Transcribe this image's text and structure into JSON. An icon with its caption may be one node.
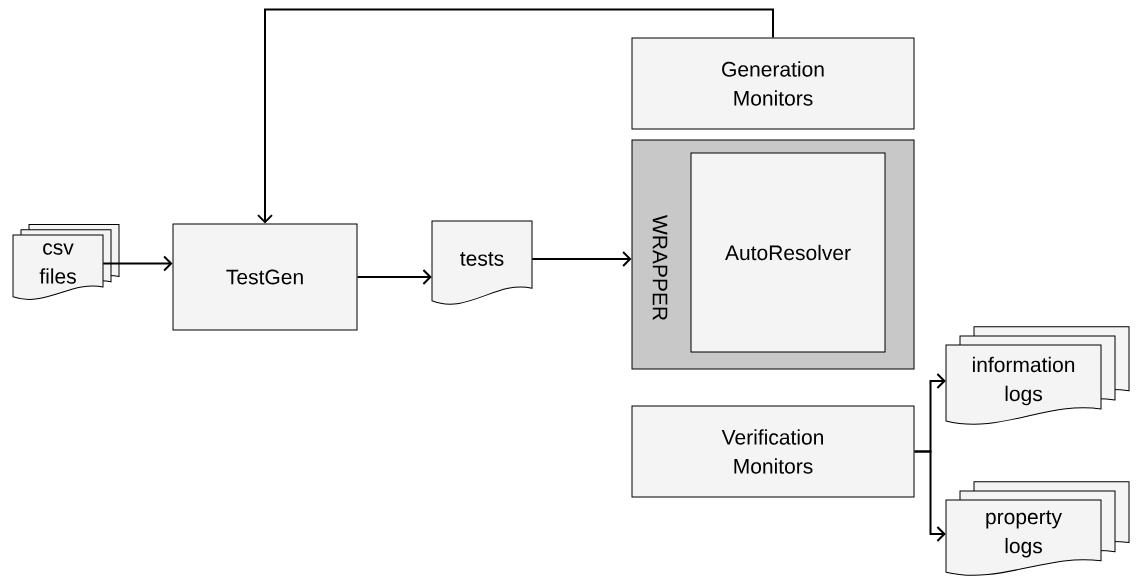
{
  "diagram": {
    "nodes": [
      {
        "text": [
          "csv files"
        ]
      },
      {
        "text": [
          "TestGen"
        ]
      },
      {
        "text": [
          "tests"
        ]
      },
      {
        "text": [
          "Generation Monitors"
        ]
      },
      {
        "text": [
          "WRAPPER"
        ]
      },
      {
        "text": [
          "AutoResolver"
        ],
        "in": 4
      },
      {
        "text": [
          "Verification Monitors"
        ]
      },
      {
        "text": [
          "information logs"
        ]
      },
      {
        "text": [
          "property logs"
        ]
      }
    ],
    "edges": [
      {
        "from": 0,
        "to": 1,
        "arrow": "to"
      },
      {
        "from": 1,
        "to": 2,
        "arrow": "to"
      },
      {
        "from": 2,
        "to": 4,
        "arrow": "to"
      },
      {
        "from": 3,
        "to": 1,
        "arrow": "to"
      },
      {
        "from": 6,
        "to": 7,
        "arrow": "to"
      },
      {
        "from": 6,
        "to": 8,
        "arrow": "to"
      }
    ]
  }
}
